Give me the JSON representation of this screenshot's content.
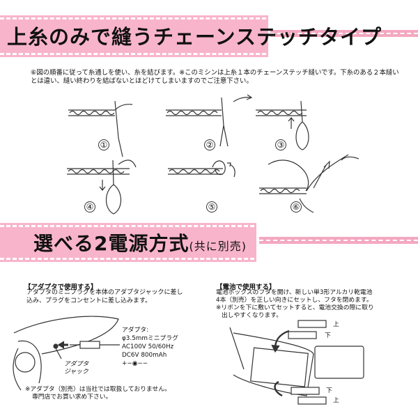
{
  "section1": {
    "title": "上糸のみで縫うチェーンステッチタイプ",
    "note": "⑥図の順番に従って糸通しを使い、糸を結びます。※このミシンは上糸１本のチェーンステッチ縫いです。下糸のある２本縫いとは違い、縫い終わりを結ばないとほどけてしまいますのでご注意下さい。",
    "steps": [
      "①",
      "②",
      "③",
      "④",
      "⑤",
      "⑥"
    ]
  },
  "section2": {
    "title": "選べる2電源方式",
    "title_suffix": "(共に別売)"
  },
  "adapter": {
    "heading": "【アダプタで使用する】",
    "text": "アダプタのミニプラグを本体のアダプタジャックに差し込み、プラグをコンセントに差し込みます。",
    "label_adapter": "アダプタ:",
    "spec1": "φ3.5mmミニプラグ",
    "spec2": "AC100V  50/60Hz",
    "spec3": "DC6V  800mAh",
    "polarity": "+−◉−−",
    "jack_label_1": "アダプタ",
    "jack_label_2": "ジャック",
    "footnote_1": "※アダプタ（別売）は当社では取扱しておりません。",
    "footnote_2": "専門店でお買い求め下さい。"
  },
  "battery": {
    "heading": "【電池で使用する】",
    "text_1": "電池ボックスのフタを開け、新しい単3形アルカリ乾電池",
    "text_2": "4本（別売）を正しい向きにセットし、フタを閉めます。",
    "text_3": "※リボンを下に敷いてセットすると、電池交換の際に取り",
    "text_4": "出しやすくなります。",
    "label_top": "上",
    "label_bottom": "下",
    "label_bottom2": "下",
    "label_top2": "上"
  },
  "colors": {
    "banner_pink": "#f8b4cb"
  }
}
